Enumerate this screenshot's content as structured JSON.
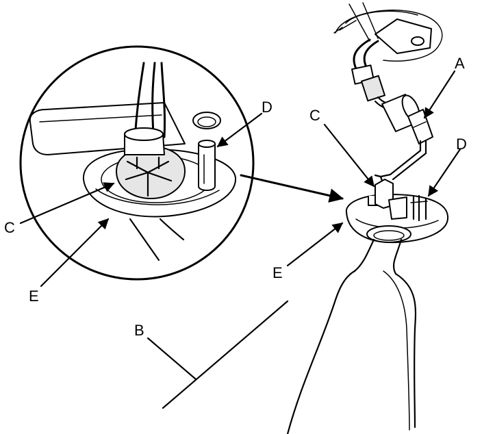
{
  "labels": {
    "a": "A",
    "b": "B",
    "c_detail": "C",
    "c_main": "C",
    "d_detail": "D",
    "d_main": "D",
    "e_detail": "E",
    "e_main": "E"
  }
}
